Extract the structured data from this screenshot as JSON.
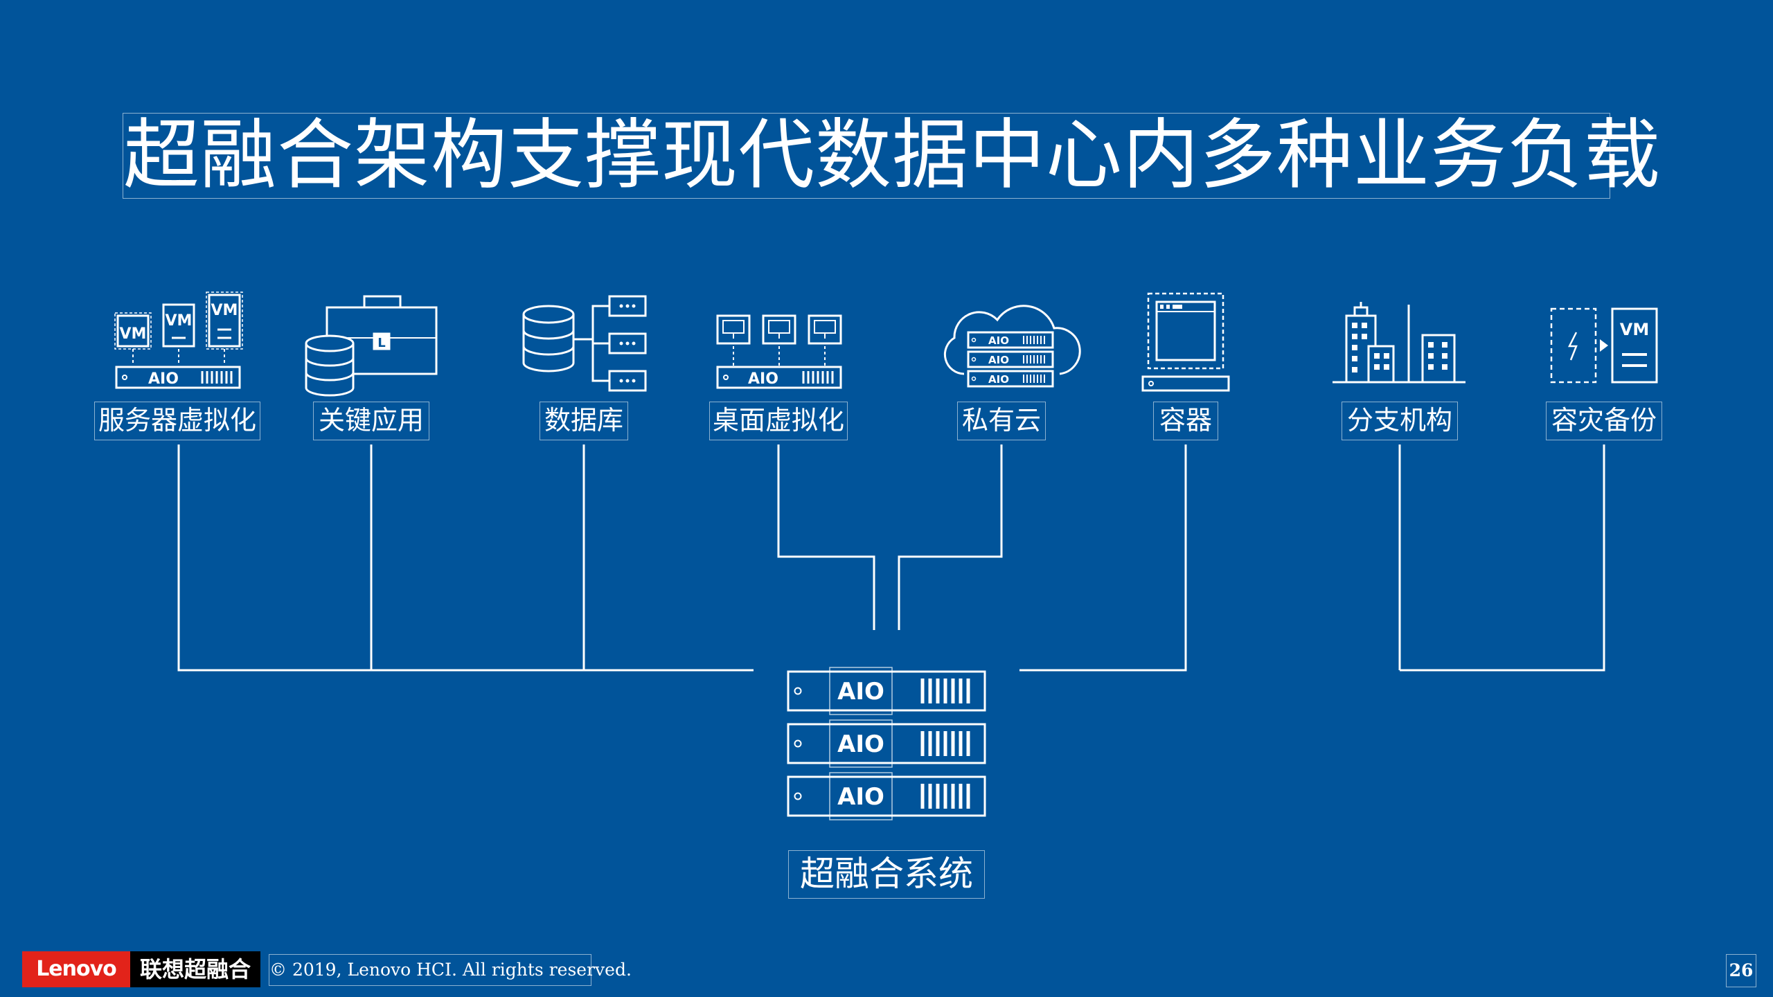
{
  "title": "超融合架构支撑现代数据中心内多种业务负载",
  "categories": [
    {
      "id": "server-virt",
      "label": "服务器虚拟化",
      "icon": "server-virtualization-icon"
    },
    {
      "id": "key-app",
      "label": "关键应用",
      "icon": "briefcase-database-icon"
    },
    {
      "id": "database",
      "label": "数据库",
      "icon": "database-icon"
    },
    {
      "id": "desktop-virt",
      "label": "桌面虚拟化",
      "icon": "desktop-virtualization-icon"
    },
    {
      "id": "private-cloud",
      "label": "私有云",
      "icon": "private-cloud-icon"
    },
    {
      "id": "container",
      "label": "容器",
      "icon": "container-icon"
    },
    {
      "id": "branch",
      "label": "分支机构",
      "icon": "branch-buildings-icon"
    },
    {
      "id": "dr-backup",
      "label": "容灾备份",
      "icon": "disaster-recovery-icon"
    }
  ],
  "icon_text": {
    "vm": "VM",
    "aio": "AIO"
  },
  "hci_system": {
    "label": "超融合系统",
    "nodes": [
      "AIO",
      "AIO",
      "AIO"
    ]
  },
  "footer": {
    "logo_en": "Lenovo",
    "logo_cn": "联想超融合",
    "copyright": "© 2019, Lenovo HCI. All rights reserved.",
    "page_number": "26"
  },
  "colors": {
    "background": "#01549a",
    "foreground": "#ffffff",
    "lenovo_red": "#e2231a"
  }
}
